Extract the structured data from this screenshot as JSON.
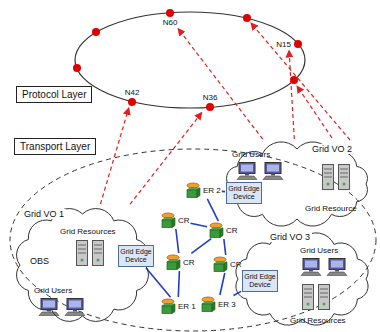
{
  "diagram": {
    "nodes": [
      {
        "text": [
          "Protocol Layer"
        ]
      },
      {
        "text": [
          "N60"
        ]
      },
      {
        "text": [
          "N15"
        ]
      },
      {
        "text": [
          "N42"
        ]
      },
      {
        "text": [
          "N36"
        ]
      },
      {
        "text": [
          "Transport Layer"
        ]
      },
      {
        "text": [
          "Grid VO 1"
        ]
      },
      {
        "text": [
          "Grid Edge Device"
        ],
        "in": 6
      },
      {
        "text": [
          "Grid VO 2"
        ]
      },
      {
        "text": [
          "Grid Edge Device"
        ],
        "in": 8
      },
      {
        "text": [
          "Grid VO 3"
        ]
      },
      {
        "text": [
          "Grid Edge Device"
        ],
        "in": 10
      },
      {
        "text": [
          "ER 1"
        ]
      },
      {
        "text": [
          "ER 2"
        ]
      },
      {
        "text": [
          "ER 3"
        ]
      },
      {
        "text": [
          "CR"
        ]
      },
      {
        "text": [
          "CR"
        ]
      },
      {
        "text": [
          "CR"
        ]
      },
      {
        "text": [
          "CR"
        ]
      }
    ],
    "edges": [
      {
        "from": 12,
        "to": 17,
        "arrow": "none"
      },
      {
        "from": 17,
        "to": 15,
        "arrow": "none"
      },
      {
        "from": 15,
        "to": 16,
        "arrow": "none"
      },
      {
        "from": 16,
        "to": 17,
        "arrow": "none"
      },
      {
        "from": 16,
        "to": 13,
        "arrow": "none"
      },
      {
        "from": 16,
        "to": 18,
        "arrow": "none"
      },
      {
        "from": 18,
        "to": 14,
        "arrow": "none"
      },
      {
        "from": 7,
        "to": 12,
        "arrow": "none"
      },
      {
        "from": 9,
        "to": 13,
        "arrow": "none"
      },
      {
        "from": 11,
        "to": 14,
        "arrow": "none"
      },
      {
        "from": 6,
        "to": 3,
        "arrow": "to"
      },
      {
        "from": 6,
        "to": 4,
        "arrow": "to"
      },
      {
        "from": 8,
        "to": 1,
        "arrow": "to"
      },
      {
        "from": 8,
        "to": 2,
        "arrow": "to"
      }
    ],
    "labels": [
      "OBS",
      "Grid Resources",
      "Grid Users",
      "Grid Users",
      "Grid Resource",
      "Grid Users",
      "Grid Resources"
    ]
  }
}
